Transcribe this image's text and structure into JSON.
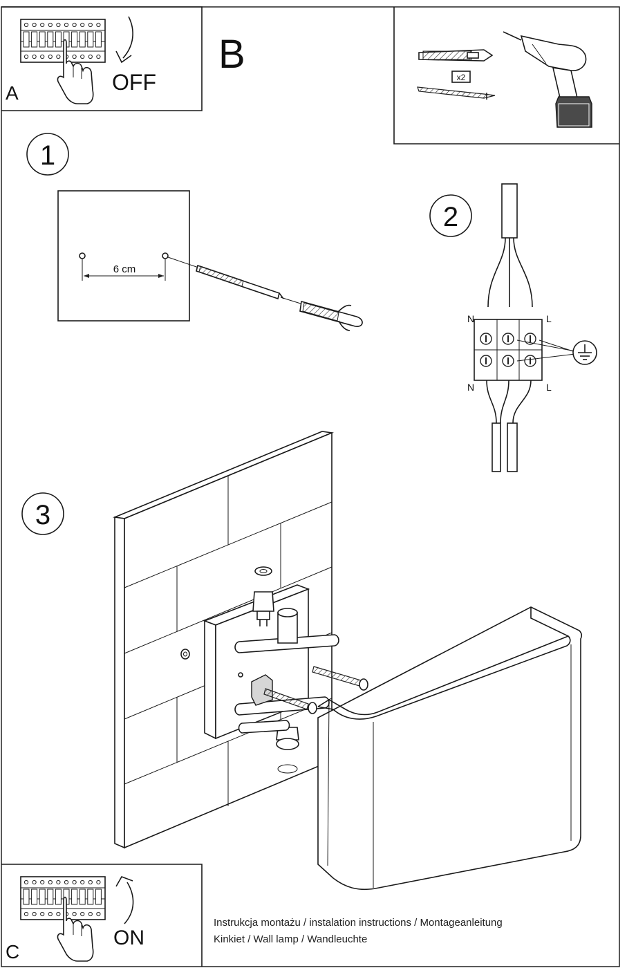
{
  "panel_a": {
    "letter": "A",
    "state_label": "OFF"
  },
  "panel_b": {
    "letter": "B",
    "quantity_badge": "x2"
  },
  "panel_c": {
    "letter": "C",
    "state_label": "ON"
  },
  "step1": {
    "number": "1",
    "distance_label": "6 cm"
  },
  "step2": {
    "number": "2",
    "terminal_labels": {
      "top_left": "N",
      "top_right": "L",
      "bottom_left": "N",
      "bottom_right": "L"
    },
    "ground_icon": "earth-ground-icon"
  },
  "step3": {
    "number": "3"
  },
  "caption": {
    "line1": "Instrukcja montażu / instalation instructions / Montageanleitung",
    "line2": "Kinkiet / Wall lamp / Wandleuchte"
  }
}
